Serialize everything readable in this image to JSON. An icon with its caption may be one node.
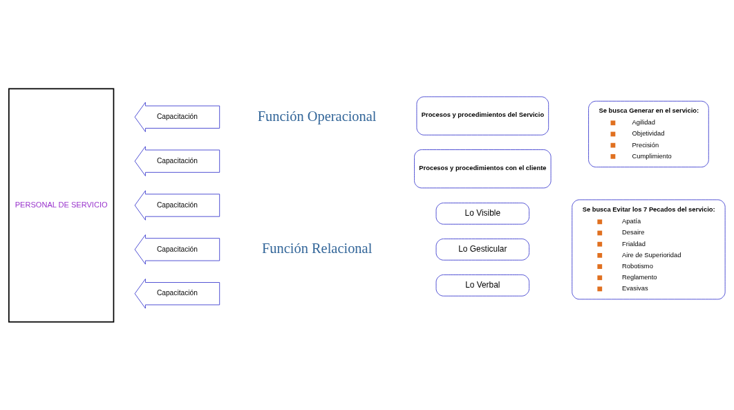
{
  "diagram": {
    "nodes": [
      {
        "text": [
          "PERSONAL DE SERVICIO"
        ]
      },
      {
        "text": [
          "Capacitación"
        ]
      },
      {
        "text": [
          "Capacitación"
        ]
      },
      {
        "text": [
          "Capacitación"
        ]
      },
      {
        "text": [
          "Capacitación"
        ]
      },
      {
        "text": [
          "Capacitación"
        ]
      },
      {
        "text": [
          "Procesos y procedimientos del Servicio"
        ]
      },
      {
        "text": [
          "Procesos y procedimientos con el cliente"
        ]
      },
      {
        "text": [
          "Se busca Generar en el servicio:",
          "Agilidad",
          "Objetividad",
          "Precisión",
          "Cumplimiento"
        ]
      },
      {
        "text": [
          "Lo Visible"
        ]
      },
      {
        "text": [
          "Lo Gesticular"
        ]
      },
      {
        "text": [
          "Lo Verbal"
        ]
      },
      {
        "text": [
          "Se busca Evitar los 7 Pecados del servicio:",
          "Apatía",
          "Desaire",
          "Frialdad",
          "Aire de Superioridad",
          "Robotismo",
          "Reglamento",
          "Evasivas"
        ]
      }
    ],
    "edges": [],
    "labels": [
      "Función Operacional",
      "Función Relacional"
    ]
  }
}
